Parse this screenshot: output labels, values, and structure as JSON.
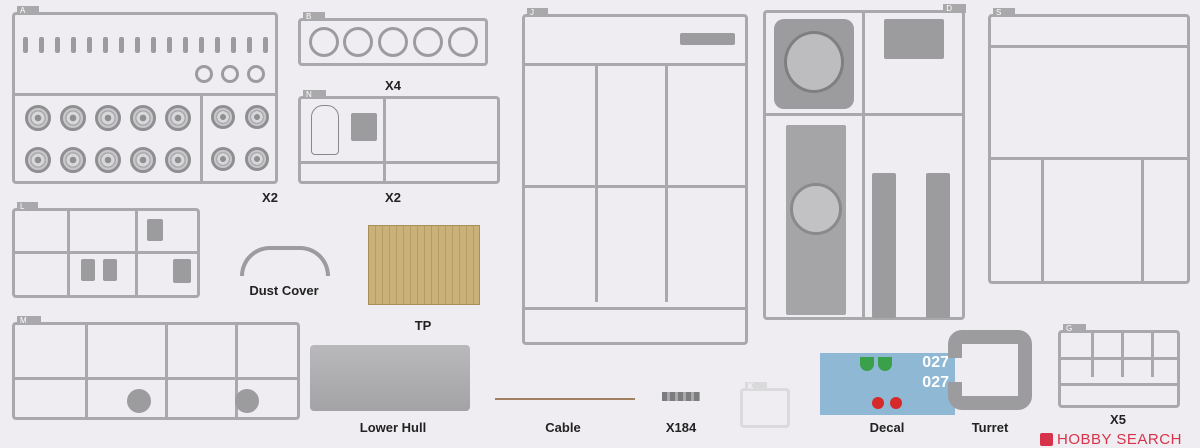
{
  "sprues": {
    "A": {
      "letter": "A",
      "qty": "X2"
    },
    "B": {
      "letter": "B",
      "qty": "X4"
    },
    "N": {
      "letter": "N",
      "qty": "X2"
    },
    "L": {
      "letter": "L"
    },
    "M": {
      "letter": "M"
    },
    "J": {
      "letter": "J"
    },
    "D": {
      "letter": "D"
    },
    "S": {
      "letter": "S"
    },
    "G": {
      "letter": "G",
      "qty": "X5"
    },
    "K": {
      "letter": "K"
    }
  },
  "parts": {
    "dust_cover": "Dust  Cover",
    "tp": "TP",
    "lower_hull": "Lower Hull",
    "cable": "Cable",
    "track_qty": "X184",
    "decal": "Decal",
    "turret": "Turret"
  },
  "decal_text": {
    "number": "027"
  },
  "colors": {
    "sprue": "#a9a9ab",
    "photo_etch": "#c9b27a",
    "decal_bg": "#8fb8d4",
    "background": "#efedf2",
    "watermark": "#d6334a"
  },
  "watermark": "HOBBY SEARCH"
}
